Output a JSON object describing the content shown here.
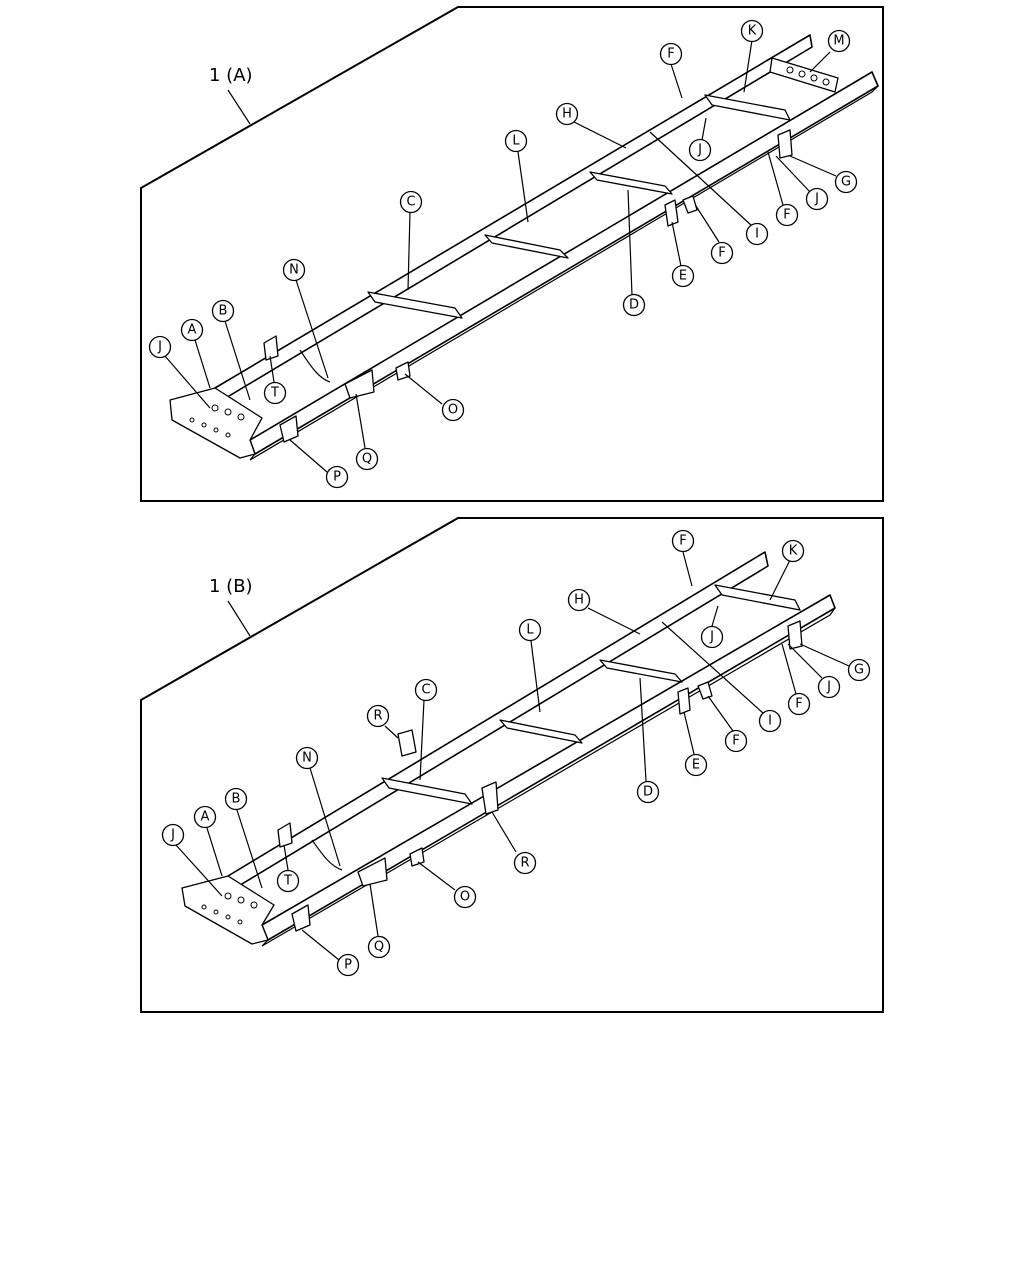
{
  "panels": [
    {
      "title": "1 (A)",
      "callouts": [
        "F",
        "K",
        "M",
        "H",
        "L",
        "J",
        "G",
        "C",
        "J",
        "F",
        "I",
        "F",
        "D",
        "E",
        "N",
        "B",
        "A",
        "J",
        "T",
        "O",
        "Q",
        "P"
      ]
    },
    {
      "title": "1 (B)",
      "callouts": [
        "F",
        "K",
        "H",
        "L",
        "J",
        "G",
        "R",
        "C",
        "F",
        "J",
        "I",
        "F",
        "N",
        "D",
        "E",
        "B",
        "A",
        "J",
        "T",
        "R",
        "O",
        "Q",
        "P"
      ]
    }
  ]
}
